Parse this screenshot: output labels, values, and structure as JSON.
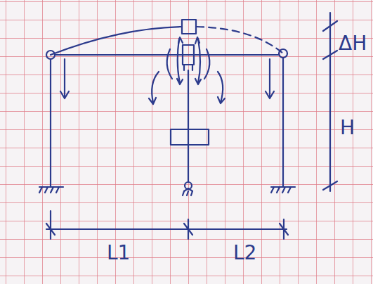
{
  "diagram": {
    "labels": [
      "ΔH",
      "H",
      "L1",
      "L2"
    ]
  }
}
